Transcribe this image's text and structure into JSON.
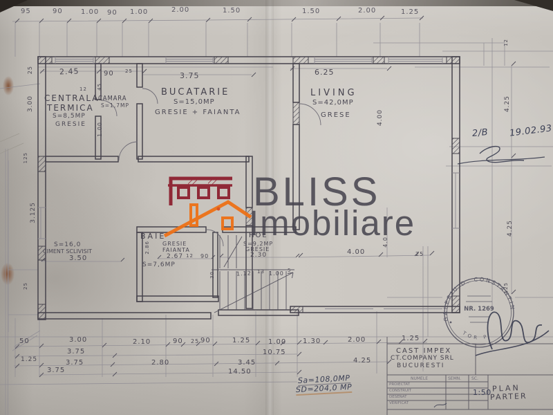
{
  "brand": {
    "line1": "BLISS",
    "line2": "Imobiliare"
  },
  "colors": {
    "building_red": "#8e2130",
    "house_orange": "#ed7117",
    "pencil": "#4c4954",
    "paper": "#c6c2bc",
    "ink_blue": "#3d4156"
  },
  "rooms": {
    "centrala": {
      "l1": "CENTRALA",
      "l2": "TERMICA",
      "area": "S=8,5MP",
      "finish": "GRESIE"
    },
    "camara": {
      "name": "CAMARA",
      "area": "S=1,7MP"
    },
    "bucatarie": {
      "name": "BUCATARIE",
      "area": "S=15,0MP",
      "finish": "GRESIE + FAIANTA"
    },
    "living": {
      "name": "LIVING",
      "area": "S=42,0MP",
      "finish": "GRESE"
    },
    "baie": {
      "name": "BAIE",
      "f1": "GRESIE",
      "f2": "FAIANTA",
      "area": "S=7,6MP"
    },
    "hol": {
      "name": "HOL",
      "area": "S=9,2MP",
      "finish": "GRESIE"
    },
    "terasa": {
      "area": "S=16,0",
      "finish": "CIMENT SCLIVISIT"
    }
  },
  "dims": {
    "top": [
      "95",
      "90",
      "1.00",
      "90",
      "1.00",
      "2.00",
      "1.50",
      "1.50",
      "2.00",
      "1.25"
    ],
    "upper": {
      "w245": "2.45",
      "w90": "90",
      "w25": "25",
      "w375": "3.75",
      "w625": "6.25",
      "w12": "12"
    },
    "left": {
      "v25": "25",
      "v300": "3.00",
      "v125": "125",
      "v3125": "3.125",
      "v25b": "25",
      "v45": "45",
      "v100": "1.00"
    },
    "right": {
      "v12": "12",
      "v425a": "4.25",
      "v425b": "4.25",
      "v125": "125"
    },
    "inner": {
      "liv400": "4.00",
      "hol400": "4.00",
      "r40": "4.0",
      "r25": "25",
      "st112": "1.12",
      "st13": "13",
      "st100": "1.00",
      "st5": "5",
      "st30": "30",
      "b286": "2.86",
      "b90": "90",
      "b267": "2.67",
      "b12": "12",
      "hol230": "2.30",
      "ter350": "3.50"
    },
    "bottom1": [
      "50",
      "3.00",
      "2.10",
      "90",
      "25",
      "90",
      "1.25",
      "1.00",
      "1.30",
      "2.00",
      "1.25"
    ],
    "bottom2": [
      "3.75",
      "10.75"
    ],
    "bottom3": [
      "1.25",
      "3.75",
      "2.80",
      "3.45",
      "4.25"
    ],
    "bottom4": [
      "3.75",
      "14.50"
    ]
  },
  "notes": {
    "ref": "2/B",
    "date": "19.02.93",
    "sa": "Sa=108,0MP",
    "sd": "SD=204,0 MP"
  },
  "stamp": {
    "arc": "GALERIU D. CONSTANTIN",
    "nr": "NR. 1269",
    "bottom": "TOR P"
  },
  "title_block": {
    "company1": "CAST IMPEX",
    "company2": "CT.COMPANY SRL",
    "company3": "BUCURESTI",
    "h1": "NUMELE",
    "h2": "SEMN.",
    "h3": "SC.",
    "r1": "PROIECTAT",
    "r2": "CONSTRUIT",
    "r3": "DESENAT",
    "r4": "VERIFICAT",
    "scale": "1:50",
    "t1": "PLAN",
    "t2": "PARTER"
  }
}
